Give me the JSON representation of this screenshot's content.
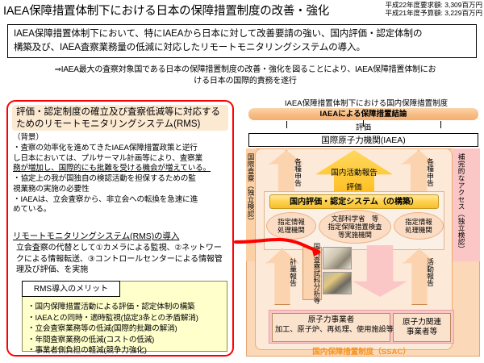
{
  "header": {
    "title": "IAEA保障措置体制下における日本の保障措置制度の改善・強化",
    "budget": {
      "request_line": "平成22年度要求額: 3,309百万円",
      "previous_line": "平成21年度予算額: 3,229百万円"
    }
  },
  "summary": {
    "line1": "IAEA保障措置体制下において、特にIAEAから日本に対して改善要請の強い、国内評価・認定体制の",
    "line2": "構築及び、IAEA査察業務量の低減に対応したリモートモニタリングシステムの導入。"
  },
  "conclusion": {
    "line1": "⇒IAEA最大の査察対象国である日本の保障措置制度の改善・強化を図ることにより、IAEA保障措置体制にお",
    "line2": "ける日本の国際的責務を遂行"
  },
  "left_panel": {
    "rms_title_line1": "評価・認定制度の確立及び査察低減等に対応する",
    "rms_title_line2": "ためのリモートモニタリングシステム(RMS)",
    "background_heading": "（背景）",
    "background_lines": [
      "・査察の効率化を進めてきたIAEA保障措置政策と逆行",
      "し日本においては、プルサーマル計画等により、査察業",
      "務が増加し、国際的にも批難を受ける機会が増えている。",
      "・協定上の我が国独自の検認活動を担保するための監",
      "視業務の実施の必要性",
      "・IAEAは、立会査察から、非立会への転換を急速に進",
      "めている。"
    ],
    "rms_intro": "リモートモニタリングシステム(RMS)の導入",
    "rms_body_lines": [
      "立会査察の代替として①カメラによる監視、②ネットワー",
      "クによる情報転送、③コントロールセンターによる情報管",
      "理及び評価、を実施"
    ],
    "merit_tab": "RMS導入のメリット",
    "merit_items": [
      "・国内保障措置活動による評価・認定体制の構築",
      "・IAEAとの同時・適時監視(協定3条との矛盾解消)",
      "・立会査察業務等の低減(国際的批難の解消)",
      "・年間査察業務の低減(コストの低減)",
      "・事業者側負担の軽減(競争力強化)"
    ]
  },
  "diagram": {
    "title": "IAEA保障措置体制下における国内保障措置制度",
    "iaea_conclusion_bar": "IAEAによる保障措置結論",
    "evaluation_label": "評価",
    "iaea_box": "国際原子力機関(IAEA)",
    "vertical_left": "国際査察（独立検認）",
    "vertical_right": "補完的なアクセス（独立検認）",
    "declaration_left": "各種申告",
    "declaration_right": "各種申告",
    "big_arrow_line1": "国内活動報告",
    "big_arrow_line2": "評価",
    "system_bar": "国内評価・認定システム（の構築）",
    "agency_left_line1": "指定情報",
    "agency_left_line2": "処理機関",
    "ministry_line1": "文部科学省　等",
    "ministry_line2": "指定保障措置検査",
    "ministry_line3": "等実施機関",
    "agency_right_line1": "指定情報",
    "agency_right_line2": "処理機関",
    "report_left": "計量報告",
    "report_right": "活動報告",
    "inspection_col": "国内査察試料分析等",
    "operator_main_line1": "原子力事業者",
    "operator_main_line2": "加工、原子炉、再処理、使用施設等",
    "operator_side_line1": "原子力関連",
    "operator_side_line2": "事業者等",
    "ssac_label": "国内保障措置制度（SSAC）"
  }
}
